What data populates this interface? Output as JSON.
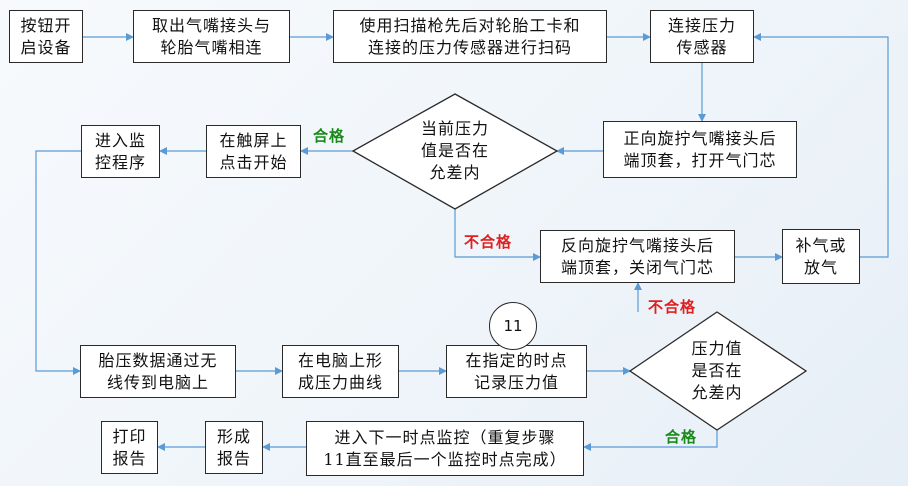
{
  "nodes": {
    "start": "按钮开\n启设备",
    "connect_valve": "取出气嘴接头与\n轮胎气嘴相连",
    "scan": "使用扫描枪先后对轮胎工卡和\n连接的压力传感器进行扫码",
    "connect_sensor": "连接压力\n传感器",
    "open_valve": "正向旋拧气嘴接头后\n端顶套，打开气门芯",
    "check_initial": "当前压力\n值是否在\n允差内",
    "touch_start": "在触屏上\n点击开始",
    "monitor": "进入监\n控程序",
    "close_valve": "反向旋拧气嘴接头后\n端顶套，关闭气门芯",
    "adjust": "补气或\n放气",
    "wireless": "胎压数据通过无\n线传到电脑上",
    "curve": "在电脑上形\n成压力曲线",
    "record": "在指定的时点\n记录压力值",
    "check_timed": "压力值\n是否在\n允差内",
    "next": "进入下一时点监控（重复步骤\n11直至最后一个监控时点完成）",
    "report": "形成\n报告",
    "print": "打印\n报告"
  },
  "labels": {
    "pass1": "合格",
    "fail1": "不合格",
    "fail2": "不合格",
    "pass2": "合格",
    "step": "11"
  },
  "colors": {
    "arrow": "#5b9bd5",
    "pass": "#1a8a1a",
    "fail": "#e02020"
  }
}
